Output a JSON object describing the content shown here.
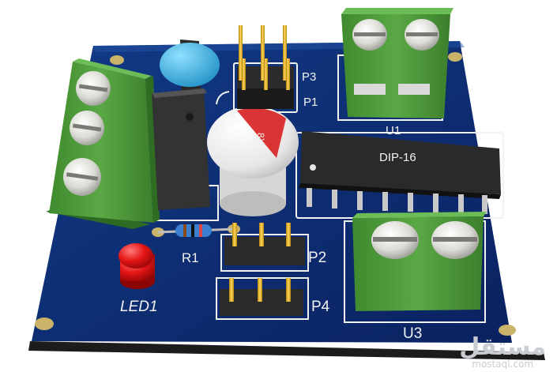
{
  "board": {
    "colors": {
      "solder_mask": "#0d2a6b",
      "silkscreen": "#f2f2f2",
      "terminal": "#4e9a3a",
      "led": "#e01010",
      "cap": "#2aa7d8"
    },
    "labels": {
      "p3": "P3",
      "p1": "P1",
      "u1": "U1",
      "dip": "DIP-16",
      "cap_value": "8X8",
      "cap_brand": "YCK",
      "r1": "R1",
      "p2": "P2",
      "p4": "P4",
      "led1": "LED1",
      "u3": "U3"
    }
  },
  "watermark": {
    "arabic": "مستقل",
    "url": "mostaql.com"
  }
}
